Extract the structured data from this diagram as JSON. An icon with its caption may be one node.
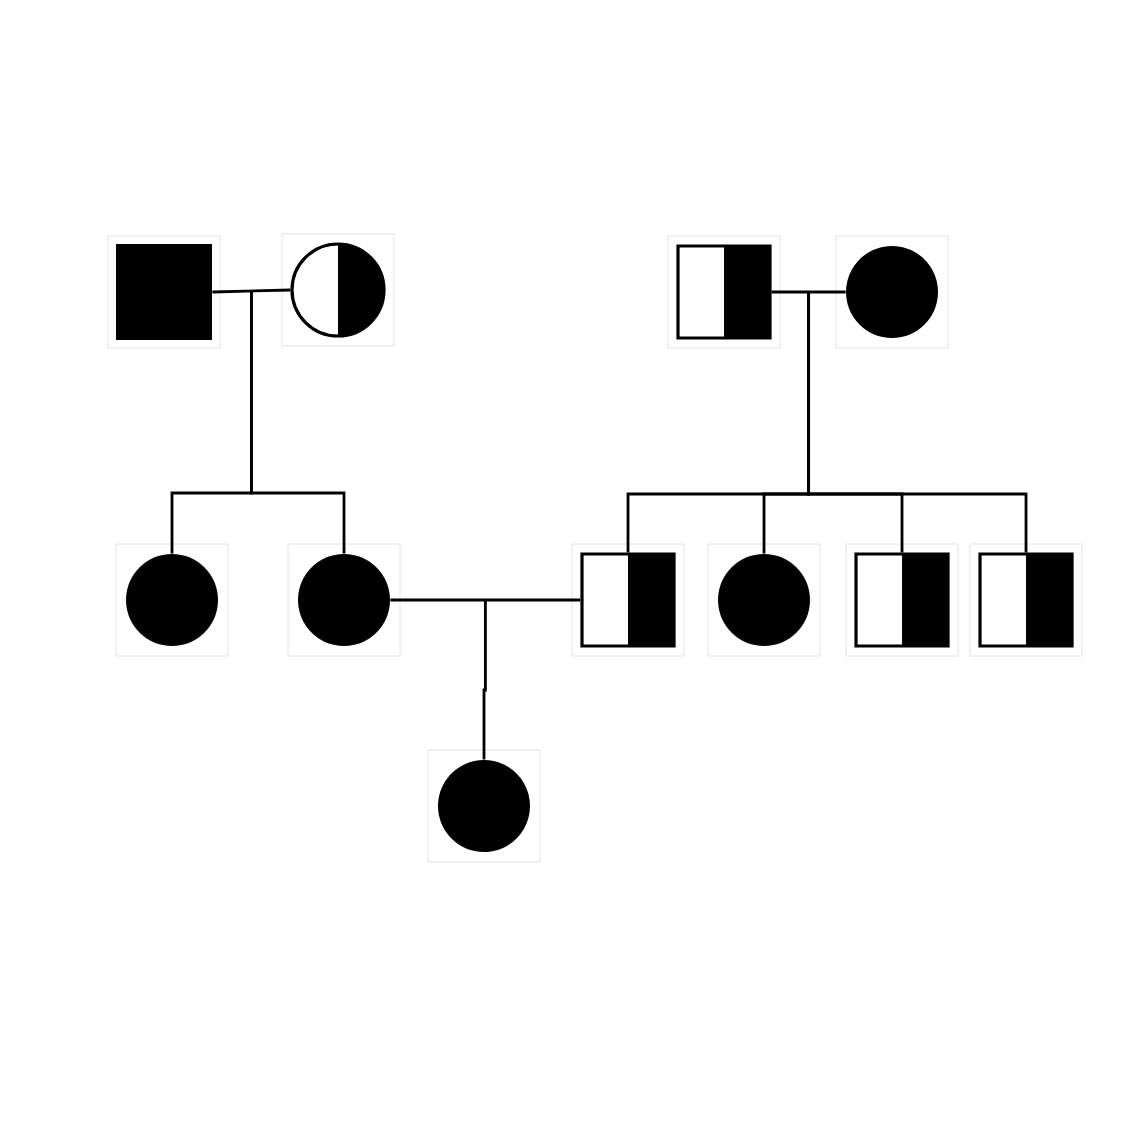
{
  "diagram": {
    "nodes": [
      {
        "text": [],
        "shape": "square"
      },
      {
        "text": [],
        "shape": "circle"
      },
      {
        "text": [],
        "shape": "square"
      },
      {
        "text": [],
        "shape": "circle"
      },
      {
        "text": [],
        "shape": "circle"
      },
      {
        "text": [],
        "shape": "circle"
      },
      {
        "text": [],
        "shape": "square"
      },
      {
        "text": [],
        "shape": "circle"
      },
      {
        "text": [],
        "shape": "square"
      },
      {
        "text": [],
        "shape": "square"
      },
      {
        "text": [],
        "shape": "circle"
      }
    ],
    "edges": [
      {
        "from": 0,
        "to": 1,
        "arrow": "none"
      },
      {
        "from": 0,
        "to": 4,
        "arrow": "none"
      },
      {
        "from": 1,
        "to": 4,
        "arrow": "none"
      },
      {
        "from": 0,
        "to": 5,
        "arrow": "none"
      },
      {
        "from": 1,
        "to": 5,
        "arrow": "none"
      },
      {
        "from": 2,
        "to": 3,
        "arrow": "none"
      },
      {
        "from": 2,
        "to": 6,
        "arrow": "none"
      },
      {
        "from": 3,
        "to": 6,
        "arrow": "none"
      },
      {
        "from": 2,
        "to": 7,
        "arrow": "none"
      },
      {
        "from": 3,
        "to": 7,
        "arrow": "none"
      },
      {
        "from": 2,
        "to": 8,
        "arrow": "none"
      },
      {
        "from": 3,
        "to": 8,
        "arrow": "none"
      },
      {
        "from": 2,
        "to": 9,
        "arrow": "none"
      },
      {
        "from": 3,
        "to": 9,
        "arrow": "none"
      },
      {
        "from": 5,
        "to": 6,
        "arrow": "none"
      },
      {
        "from": 5,
        "to": 10,
        "arrow": "none"
      },
      {
        "from": 6,
        "to": 10,
        "arrow": "none"
      }
    ]
  }
}
